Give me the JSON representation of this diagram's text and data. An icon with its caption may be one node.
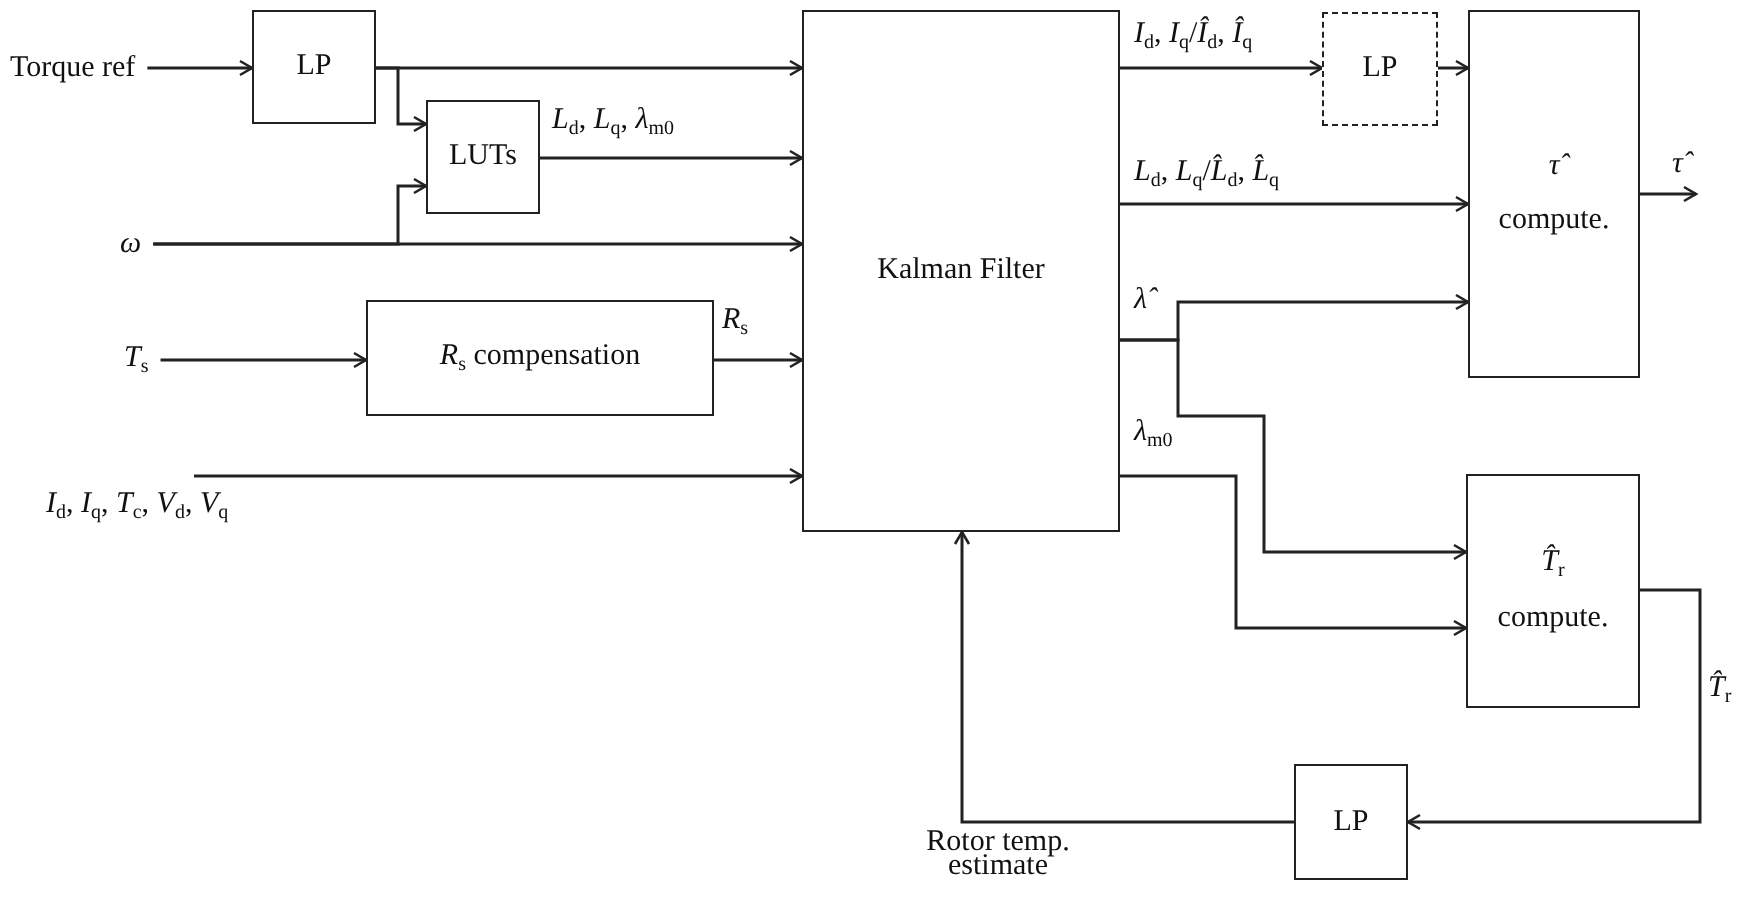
{
  "diagram": {
    "nodes": [
      {
        "text": [
          "Torque ref"
        ]
      },
      {
        "text": [
          "LP"
        ]
      },
      {
        "text": [
          "LUTs"
        ]
      },
      {
        "text": [
          "*ω*"
        ]
      },
      {
        "text": [
          "*T*$_{s}$"
        ]
      },
      {
        "text": [
          "*R*$_{s}$ compensation"
        ]
      },
      {
        "text": [
          "Kalman Filter"
        ]
      },
      {
        "text": [
          "LP"
        ]
      },
      {
        "text": [
          "*τ̂*",
          "compute."
        ]
      },
      {
        "text": [
          "*T̂*$_{r}$",
          "compute."
        ]
      },
      {
        "text": [
          "LP"
        ]
      }
    ],
    "edges": [
      {
        "from": 0,
        "to": 1,
        "arrow": "to"
      },
      {
        "from": 1,
        "to": 6,
        "arrow": "to"
      },
      {
        "from": 1,
        "to": 2,
        "arrow": "to"
      },
      {
        "from": 2,
        "to": 6,
        "arrow": "to",
        "label": "*L*$_{d}$, *L*$_{q}$, *λ*$_{m0}$"
      },
      {
        "from": 3,
        "to": 6,
        "arrow": "to"
      },
      {
        "from": 3,
        "to": 2,
        "arrow": "to"
      },
      {
        "from": 4,
        "to": 5,
        "arrow": "to"
      },
      {
        "from": 5,
        "to": 6,
        "arrow": "to",
        "label": "*R*$_{s}$"
      },
      {
        "from": null,
        "to": 6,
        "arrow": "to",
        "label": "*I*$_{d}$, *I*$_{q}$, *T*$_{c}$, *V*$_{d}$, *V*$_{q}$"
      },
      {
        "from": 6,
        "to": 7,
        "arrow": "to",
        "label": "*I*$_{d}$, *I*$_{q}$/*Î*$_{d}$, *Î*$_{q}$"
      },
      {
        "from": 7,
        "to": 8,
        "arrow": "to"
      },
      {
        "from": 6,
        "to": 8,
        "arrow": "to",
        "label": "*L*$_{d}$, *L*$_{q}$/*L̂*$_{d}$, *L̂*$_{q}$"
      },
      {
        "from": 6,
        "to": 8,
        "arrow": "to",
        "label": "*λ̂*"
      },
      {
        "from": 6,
        "to": 9,
        "arrow": "to"
      },
      {
        "from": 6,
        "to": 9,
        "arrow": "to",
        "label": "*λ*$_{m0}$"
      },
      {
        "from": 8,
        "to": null,
        "arrow": "to",
        "label": "*τ̂*"
      },
      {
        "from": 9,
        "to": 10,
        "arrow": "to",
        "label": "*T̂*$_{r}$"
      },
      {
        "from": 10,
        "to": 6,
        "arrow": "to",
        "label": "Rotor temp. estimate"
      }
    ]
  }
}
